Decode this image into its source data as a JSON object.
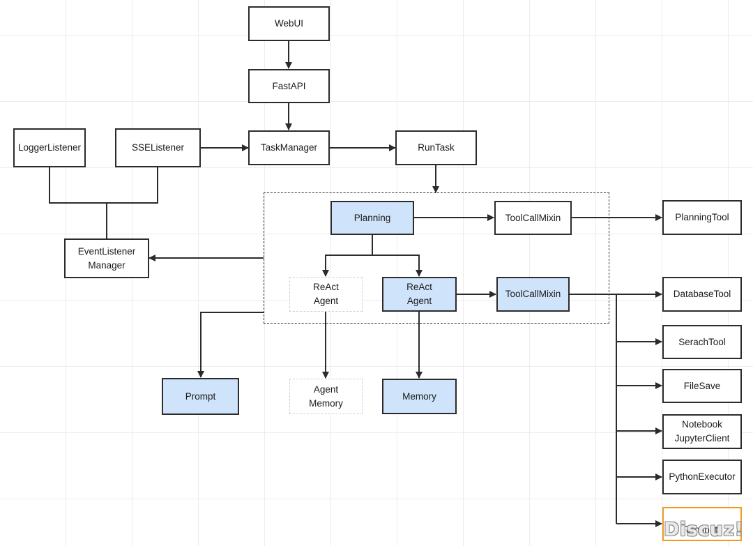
{
  "diagram": {
    "nodes": {
      "webui": "WebUI",
      "fastapi": "FastAPI",
      "logger_listener": "LoggerListener",
      "sse_listener": "SSEListener",
      "task_manager": "TaskManager",
      "run_task": "RunTask",
      "event_listener_manager": "EventListener\nManager",
      "planning": "Planning",
      "toolcallmixin_top": "ToolCallMixin",
      "planning_tool": "PlanningTool",
      "react_agent_ghost": "ReAct\nAgent",
      "react_agent": "ReAct\nAgent",
      "toolcallmixin_mid": "ToolCallMixin",
      "database_tool": "DatabaseTool",
      "serach_tool": "SerachTool",
      "file_save": "FileSave",
      "notebook_jupyter": "Notebook\nJupyterClient",
      "python_executor": "PythonExecutor",
      "terminate": "Terminate",
      "prompt": "Prompt",
      "agent_memory": "Agent\nMemory",
      "memory": "Memory"
    },
    "colors": {
      "highlight_fill": "#cfe3fb",
      "terminate_border": "#f39b1f"
    }
  },
  "watermark": "Discuz!"
}
